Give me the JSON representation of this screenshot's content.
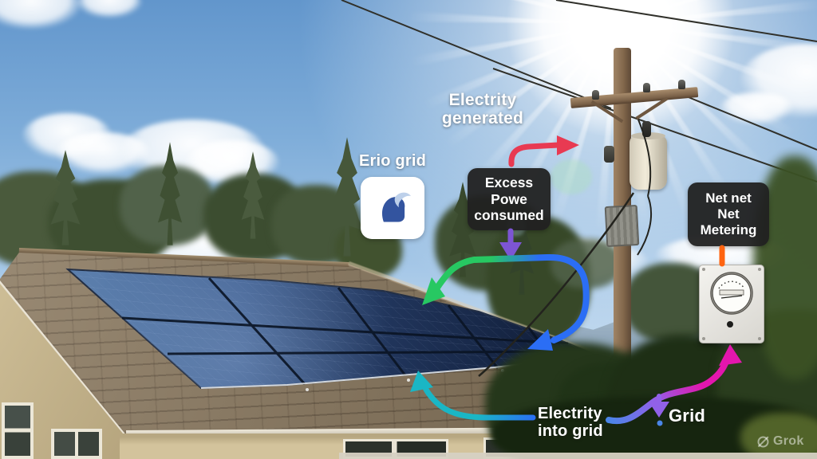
{
  "annotations": {
    "electricity_generated": "Electrity\ngenerated",
    "erio_grid": "Erio grid",
    "excess_power": "Excess\nPowe\nconsumed",
    "net_metering": "Net net\nNet\nMetering",
    "electricity_into_grid": "Electrity\ninto grid",
    "grid": "Grid"
  },
  "watermark": {
    "text": "Grok"
  },
  "colors": {
    "arrow_red": "#e83a52",
    "arrow_purple": "#7d55d4",
    "arrow_violet": "#9161e8",
    "arrow_green": "#27c862",
    "arrow_blue": "#2b6ef5",
    "arrow_cyan": "#1ab6c5",
    "arrow_magenta": "#e316ae",
    "connector_orange": "#ff6410",
    "grid_dot_blue": "#4a86e8",
    "label_box_bg": "#212121",
    "label_text": "#ffffff",
    "logo_navy": "#33549f",
    "logo_light_blue": "#bdd0ea",
    "logo_card_bg": "#ffffff"
  },
  "icons": {
    "erio_logo": "abstract-profile-swoosh-logo",
    "net_meter": "analog-electric-meter",
    "watermark_logo": "grok-circle-slash"
  }
}
